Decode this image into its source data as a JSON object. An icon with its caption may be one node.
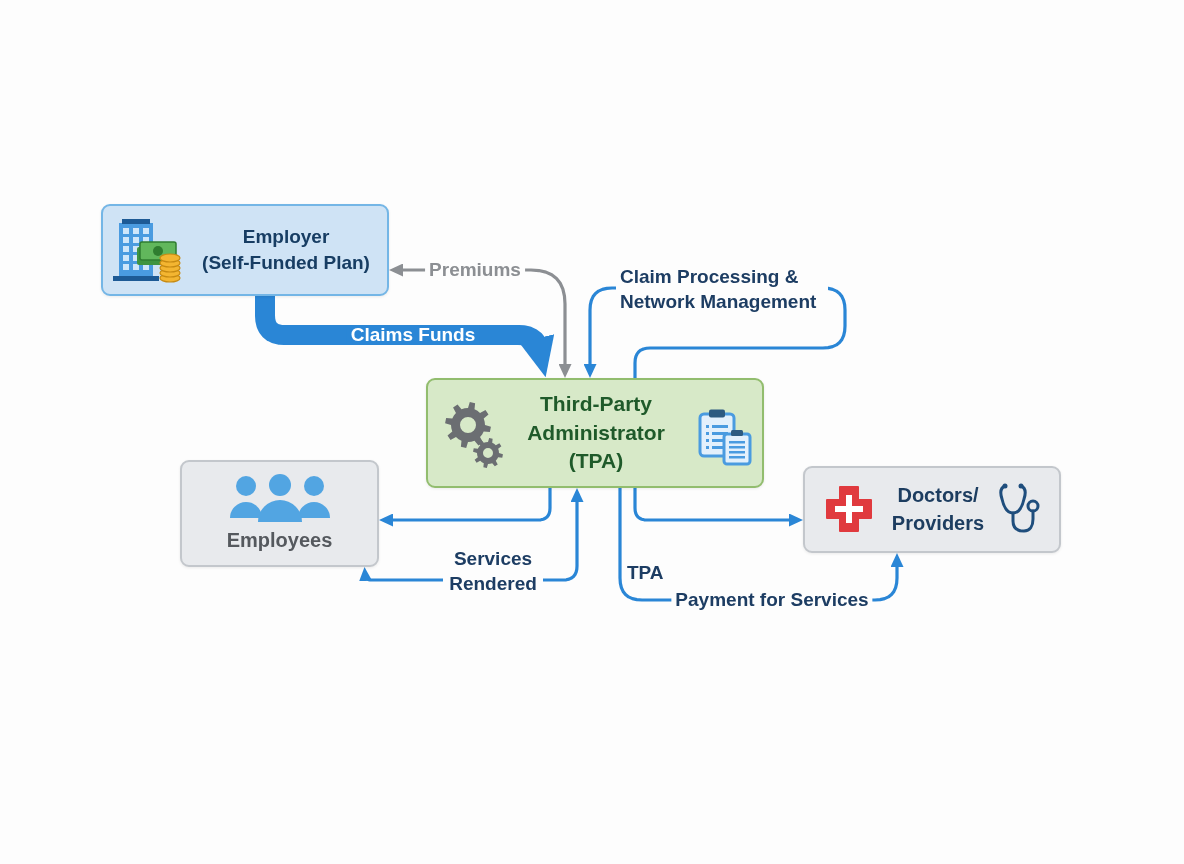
{
  "diagram": {
    "nodes": [
      {
        "text": [
          "Employer (Self-Funded Plan)"
        ]
      },
      {
        "text": [
          "Third-Party Administrator (TPA)"
        ]
      },
      {
        "text": [
          "Employees"
        ]
      },
      {
        "text": [
          "Doctors/ Providers"
        ]
      }
    ],
    "edges": [
      {
        "from": 0,
        "to": 1,
        "arrow": "to",
        "label": "Claims Funds",
        "style": "thick"
      },
      {
        "from": 1,
        "to": 0,
        "arrow": "both",
        "label": "Premiums",
        "color": "#8c8f93"
      },
      {
        "from": 1,
        "to": 1,
        "arrow": "to",
        "label": "Claim Processing & Network Management"
      },
      {
        "from": 1,
        "to": 2,
        "arrow": "to"
      },
      {
        "from": 2,
        "to": 1,
        "arrow": "both",
        "label": "Services Rendered"
      },
      {
        "from": 1,
        "to": 3,
        "arrow": "to"
      },
      {
        "from": 1,
        "to": 3,
        "arrow": "to",
        "label": "Payment for Services"
      }
    ],
    "labels": [
      "TPA"
    ]
  }
}
